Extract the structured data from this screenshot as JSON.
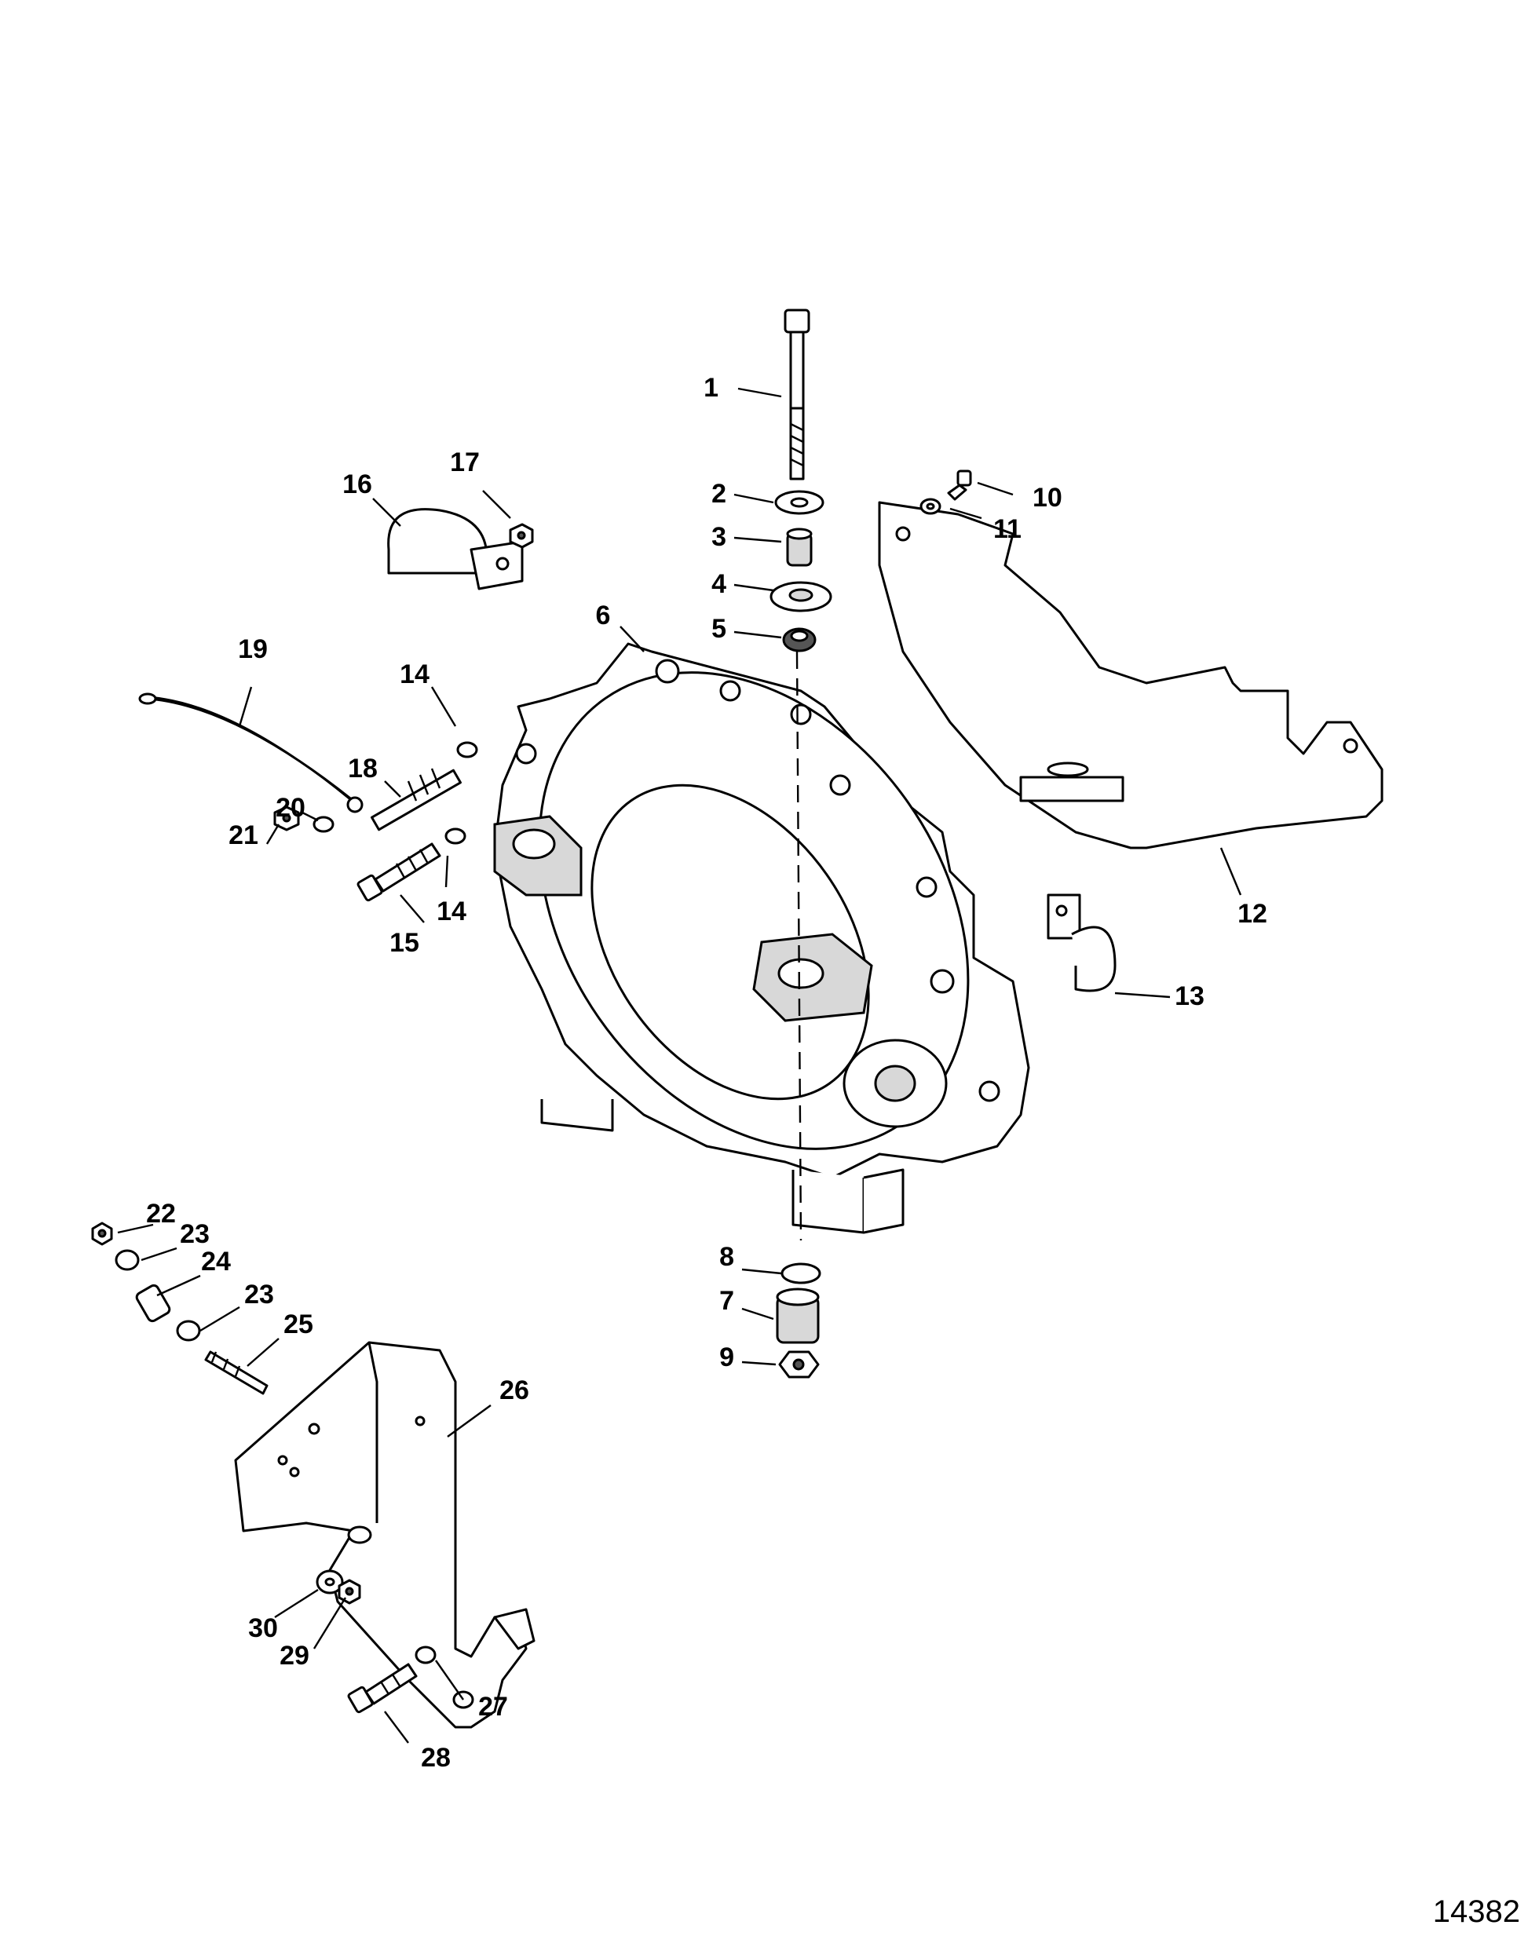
{
  "figure_ref": "14382",
  "callouts": [
    {
      "id": "1",
      "label": "1"
    },
    {
      "id": "2",
      "label": "2"
    },
    {
      "id": "3",
      "label": "3"
    },
    {
      "id": "4",
      "label": "4"
    },
    {
      "id": "5",
      "label": "5"
    },
    {
      "id": "6",
      "label": "6"
    },
    {
      "id": "7",
      "label": "7"
    },
    {
      "id": "8",
      "label": "8"
    },
    {
      "id": "9",
      "label": "9"
    },
    {
      "id": "10",
      "label": "10"
    },
    {
      "id": "11",
      "label": "11"
    },
    {
      "id": "12",
      "label": "12"
    },
    {
      "id": "13",
      "label": "13"
    },
    {
      "id": "14a",
      "label": "14"
    },
    {
      "id": "14b",
      "label": "14"
    },
    {
      "id": "15",
      "label": "15"
    },
    {
      "id": "16",
      "label": "16"
    },
    {
      "id": "17",
      "label": "17"
    },
    {
      "id": "18",
      "label": "18"
    },
    {
      "id": "19",
      "label": "19"
    },
    {
      "id": "20",
      "label": "20"
    },
    {
      "id": "21",
      "label": "21"
    },
    {
      "id": "22",
      "label": "22"
    },
    {
      "id": "23a",
      "label": "23"
    },
    {
      "id": "24",
      "label": "24"
    },
    {
      "id": "23b",
      "label": "23"
    },
    {
      "id": "25",
      "label": "25"
    },
    {
      "id": "26",
      "label": "26"
    },
    {
      "id": "27",
      "label": "27"
    },
    {
      "id": "28",
      "label": "28"
    },
    {
      "id": "29",
      "label": "29"
    },
    {
      "id": "30",
      "label": "30"
    }
  ]
}
